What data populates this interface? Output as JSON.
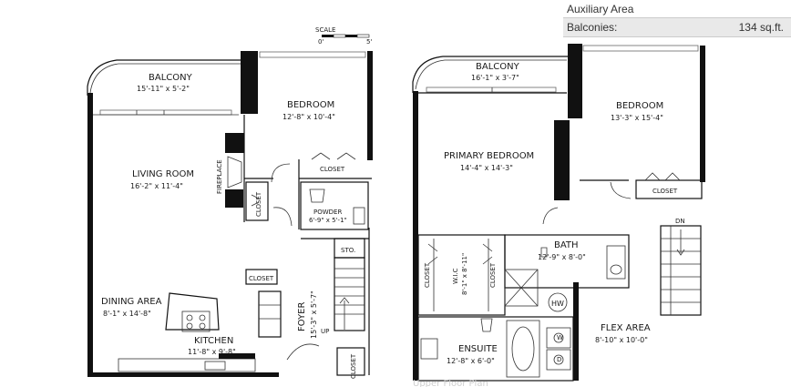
{
  "aux": {
    "title": "Auxiliary Area",
    "label": "Balconies:",
    "value": "134 sq.ft."
  },
  "scale": {
    "label": "SCALE",
    "min": "0'",
    "max": "5'"
  },
  "lower": {
    "balcony": {
      "name": "BALCONY",
      "dims": "15'-11\" x 5'-2\""
    },
    "bedroom": {
      "name": "BEDROOM",
      "dims": "12'-8\" x 10'-4\""
    },
    "living": {
      "name": "LIVING ROOM",
      "dims": "16'-2\" x 11'-4\""
    },
    "fireplace": "FIREPLACE",
    "closet_a": "CLOSET",
    "closet_b": "CLOSET",
    "closet_c": "CLOSET",
    "closet_d": "CLOSET",
    "powder": {
      "name": "POWDER",
      "dims": "6'-9\" x 5'-1\""
    },
    "storage": "STO.",
    "foyer": {
      "name": "FOYER",
      "dims": "15'-3\" x 5'-7\""
    },
    "up": "UP",
    "dining": {
      "name": "DINING AREA",
      "dims": "8'-1\" x 14'-8\""
    },
    "kitchen": {
      "name": "KITCHEN",
      "dims": "11'-8\" x 9'-8\""
    }
  },
  "upper": {
    "balcony": {
      "name": "BALCONY",
      "dims": "16'-1\" x 3'-7\""
    },
    "bedroom": {
      "name": "BEDROOM",
      "dims": "13'-3\" x 15'-4\""
    },
    "primary": {
      "name": "PRIMARY BEDROOM",
      "dims": "14'-4\" x 14'-3\""
    },
    "closet_a": "CLOSET",
    "closet_b": "CLOSET",
    "closet_c": "CLOSET",
    "wic": {
      "name": "W.I.C",
      "dims": "8'-1\" x 8'-11\""
    },
    "bath": {
      "name": "BATH",
      "dims": "12'-9\" x 8'-0\""
    },
    "dn": "DN",
    "hw": "HW",
    "washer": "W",
    "dryer": "D",
    "flex": {
      "name": "FLEX AREA",
      "dims": "8'-10\" x 10'-0\""
    },
    "ensuite": {
      "name": "ENSUITE",
      "dims": "12'-8\" x 6'-0\""
    },
    "caption": "Upper Floor Plan"
  }
}
